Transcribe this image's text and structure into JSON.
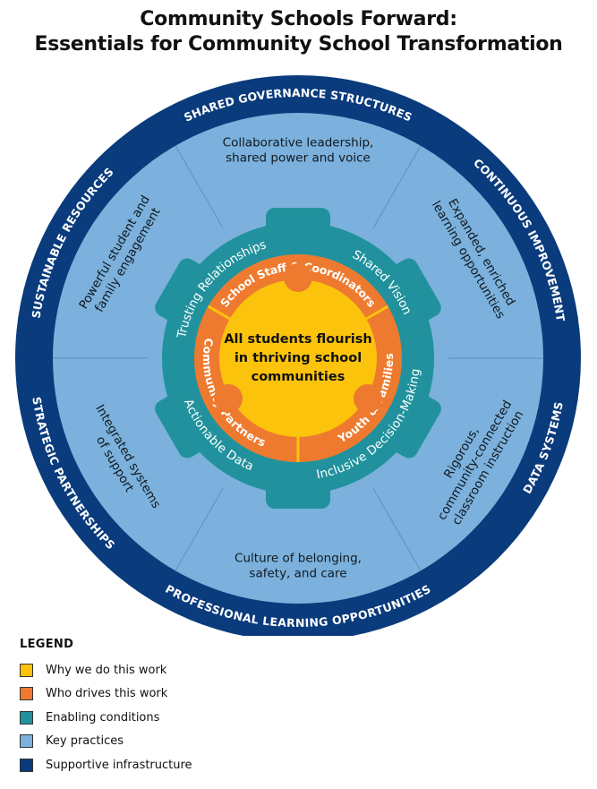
{
  "title": {
    "line1": "Community Schools Forward:",
    "line2": "Essentials for Community School Transformation"
  },
  "colors": {
    "navy": "#0a3b7c",
    "light_blue": "#7bb1dc",
    "teal": "#21929d",
    "orange": "#ee7a2f",
    "yellow": "#fcc30c",
    "white": "#ffffff"
  },
  "diagram": {
    "center_text": [
      "All students flourish",
      "in thriving school",
      "communities"
    ],
    "who_drives": [
      "School Staff & Coordinators",
      "Community Partners",
      "Youth & Families"
    ],
    "enabling_conditions": [
      "Trusting Relationships",
      "Shared Vision",
      "Actionable Data",
      "Inclusive Decision-Making"
    ],
    "key_practices": [
      {
        "lines": [
          "Collaborative leadership,",
          "shared power and voice"
        ]
      },
      {
        "lines": [
          "Expanded, enriched",
          "learning opportunities"
        ]
      },
      {
        "lines": [
          "Rigorous,",
          "community-connected",
          "classroom instruction"
        ]
      },
      {
        "lines": [
          "Culture of belonging,",
          "safety, and care"
        ]
      },
      {
        "lines": [
          "Integrated systems",
          "of support"
        ]
      },
      {
        "lines": [
          "Powerful student and",
          "family engagement"
        ]
      }
    ],
    "infrastructure": [
      "SHARED GOVERNANCE STRUCTURES",
      "CONTINUOUS IMPROVEMENT",
      "DATA SYSTEMS",
      "PROFESSIONAL LEARNING OPPORTUNITIES",
      "STRATEGIC PARTNERSHIPS",
      "SUSTAINABLE RESOURCES"
    ]
  },
  "legend": {
    "heading": "LEGEND",
    "items": [
      {
        "label": "Why we do this work",
        "color": "#fcc30c"
      },
      {
        "label": "Who drives this work",
        "color": "#ee7a2f"
      },
      {
        "label": "Enabling conditions",
        "color": "#21929d"
      },
      {
        "label": "Key practices",
        "color": "#7bb1dc"
      },
      {
        "label": "Supportive infrastructure",
        "color": "#0a3b7c"
      }
    ]
  }
}
